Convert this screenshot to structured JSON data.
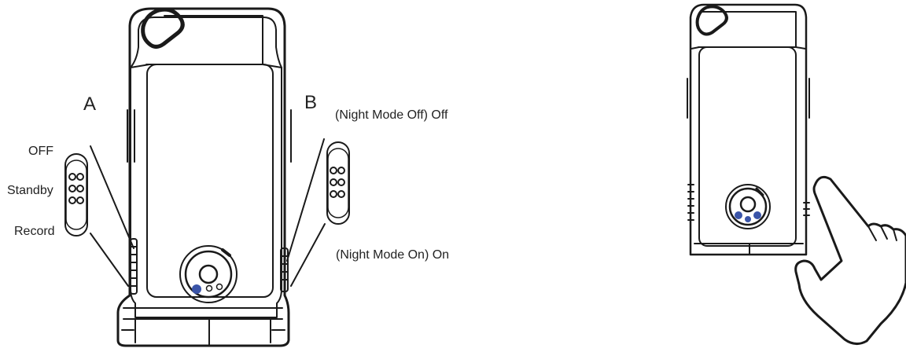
{
  "left_diagram": {
    "letter_a": "A",
    "letter_b": "B",
    "switch_a": {
      "positions": [
        "OFF",
        "Standby",
        "Record"
      ]
    },
    "switch_b": {
      "off_label": "(Night Mode Off) Off",
      "on_label": "(Night Mode On) On"
    }
  },
  "colors": {
    "line": "#1a1a1a",
    "indicator": "#3a54a8",
    "background": "#ffffff"
  }
}
